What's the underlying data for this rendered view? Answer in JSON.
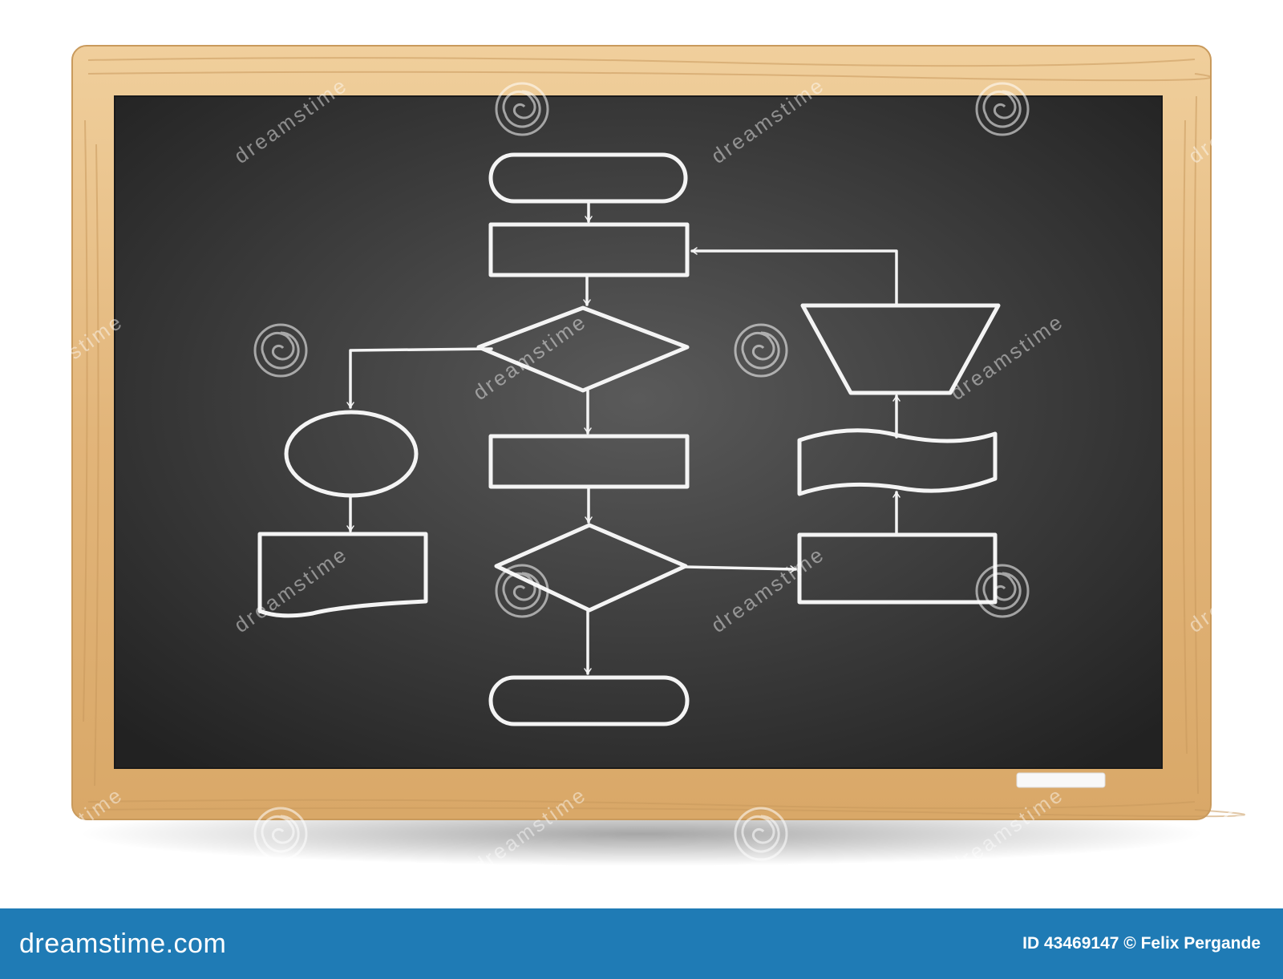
{
  "footer": {
    "brand": "dreamstime.com",
    "id_label": "ID",
    "id_number": "43469147",
    "copyright_symbol": "©",
    "author": "Felix Pergande"
  },
  "watermark": {
    "text": "dreamstime"
  },
  "colors": {
    "board": "#2c2c2c",
    "frame": "#e7c08a",
    "chalk": "#f4f4f4",
    "footer_bar": "#1f7bb5"
  },
  "icons": [
    "swirl-watermark-icon",
    "arrow-head-icon",
    "chalk-piece-icon"
  ]
}
